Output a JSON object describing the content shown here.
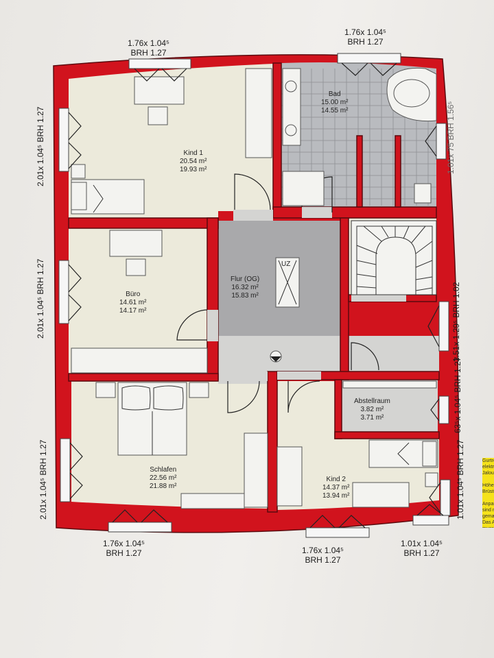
{
  "rooms": {
    "kind1": {
      "name": "Kind 1",
      "area_gross": "20.54 m²",
      "area_net": "19.93 m²"
    },
    "bad": {
      "name": "Bad",
      "area_gross": "15.00 m²",
      "area_net": "14.55 m²"
    },
    "buero": {
      "name": "Büro",
      "area_gross": "14.61 m²",
      "area_net": "14.17 m²"
    },
    "flur": {
      "name": "Flur (OG)",
      "area_gross": "16.32 m²",
      "area_net": "15.83 m²"
    },
    "abstellraum": {
      "name": "Abstellraum",
      "area_gross": "3.82 m²",
      "area_net": "3.71 m²"
    },
    "schlafen": {
      "name": "Schlafen",
      "area_gross": "22.56 m²",
      "area_net": "21.88 m²"
    },
    "kind2": {
      "name": "Kind 2",
      "area_gross": "14.37 m²",
      "area_net": "13.94 m²"
    }
  },
  "stairs_label": "UZ",
  "windows": {
    "top_left": {
      "size": "1.76x 1.04⁵",
      "brh": "BRH 1.27"
    },
    "top_right": {
      "size": "1.76x 1.04⁵",
      "brh": "BRH 1.27"
    },
    "left_kind1": {
      "text": "2.01x 1.04⁵ BRH 1.27"
    },
    "left_buero": {
      "text": "2.01x 1.04⁵ BRH 1.27"
    },
    "left_schlafen": {
      "text": "2.01x 1.04⁵ BRH 1.27"
    },
    "right_bad": {
      "text": "1.01x 75 BRH 1.56⁵"
    },
    "right_flur": {
      "text": "1.51x 1.29⁵ BRH 1.02"
    },
    "right_abstell": {
      "text": "63⁵x 1.04⁵ BRH 1.27"
    },
    "right_kind2": {
      "text": "1.01x 1.04⁵ BRH 1.27"
    },
    "bottom_schlafen": {
      "size": "1.76x 1.04⁵",
      "brh": "BRH 1.27"
    },
    "bottom_kind2": {
      "size": "1.76x 1.04⁵",
      "brh": "BRH 1.27"
    },
    "bottom_right": {
      "size": "1.01x 1.04⁵",
      "brh": "BRH 1.27"
    }
  },
  "legend_lines": [
    "Gurtroll",
    "elektris",
    "Jalousi",
    "",
    "Höhe F",
    "Brüstun",
    "",
    "Anpass",
    "sind nu",
    "gemac",
    "Das A",
    "muss"
  ],
  "colors": {
    "wall": "#d1131d",
    "hall": "#a9a9ab",
    "room": "#eceadb",
    "legend": "#f5e21b"
  }
}
